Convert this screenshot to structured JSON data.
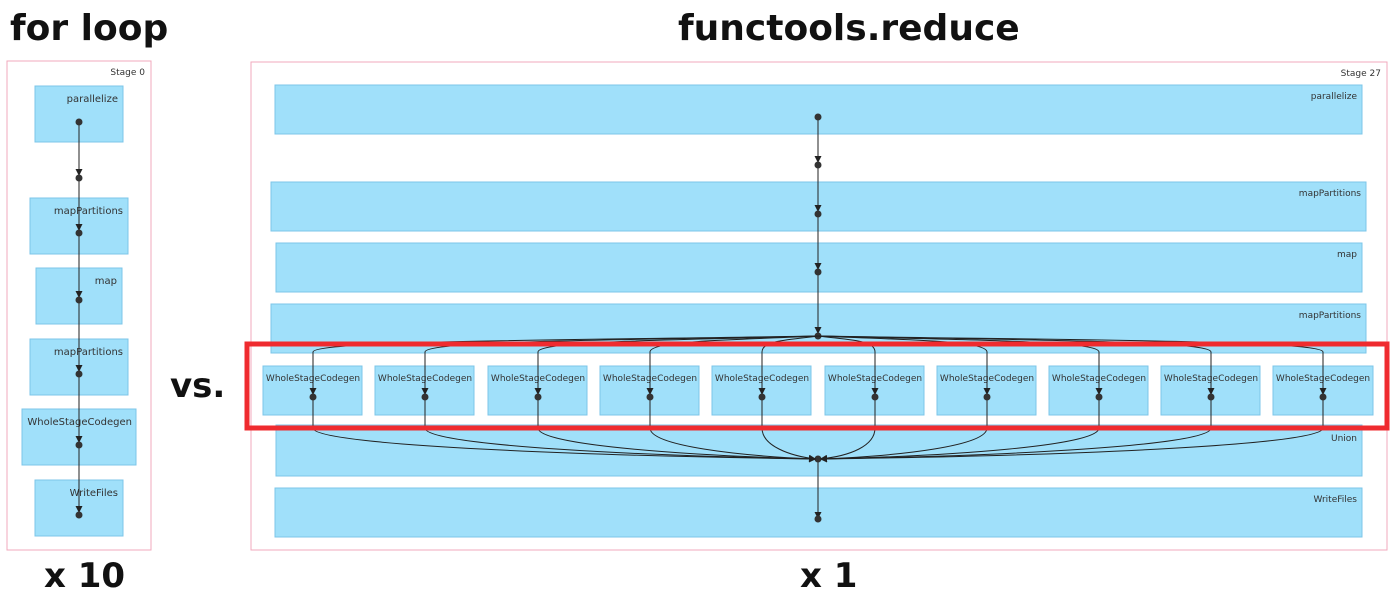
{
  "titles": {
    "left": "for loop",
    "right": "functools.reduce",
    "vs": "vs.",
    "left_multiplier": "x 10",
    "right_multiplier": "x 1"
  },
  "left_stage": {
    "label": "Stage 0",
    "nodes": [
      "parallelize",
      "mapPartitions",
      "map",
      "mapPartitions",
      "WholeStageCodegen",
      "WriteFiles"
    ]
  },
  "right_stage": {
    "label": "Stage 27",
    "nodes": [
      "parallelize",
      "mapPartitions",
      "map",
      "mapPartitions",
      "Union",
      "WriteFiles"
    ],
    "branch_label": "WholeStageCodegen",
    "branch_count": 10
  },
  "colors": {
    "node_fill": "#a0e0fa",
    "node_stroke": "#7cc6e8",
    "stage_border": "#f2a9bc",
    "highlight": "#ef2b2f",
    "edge": "#333333"
  }
}
